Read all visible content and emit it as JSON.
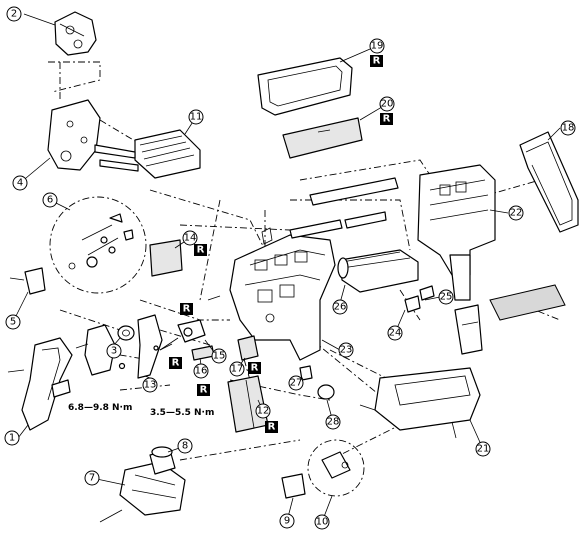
{
  "callouts": [
    "1",
    "2",
    "3",
    "4",
    "5",
    "6",
    "7",
    "8",
    "9",
    "10",
    "11",
    "12",
    "13",
    "14",
    "15",
    "16",
    "17",
    "18",
    "19",
    "20",
    "21",
    "22",
    "23",
    "24",
    "25",
    "26",
    "27",
    "28"
  ],
  "replace_mark": "R",
  "torques": {
    "left": "6.8—9.8 N·m",
    "right": "3.5—5.5 N·m"
  }
}
